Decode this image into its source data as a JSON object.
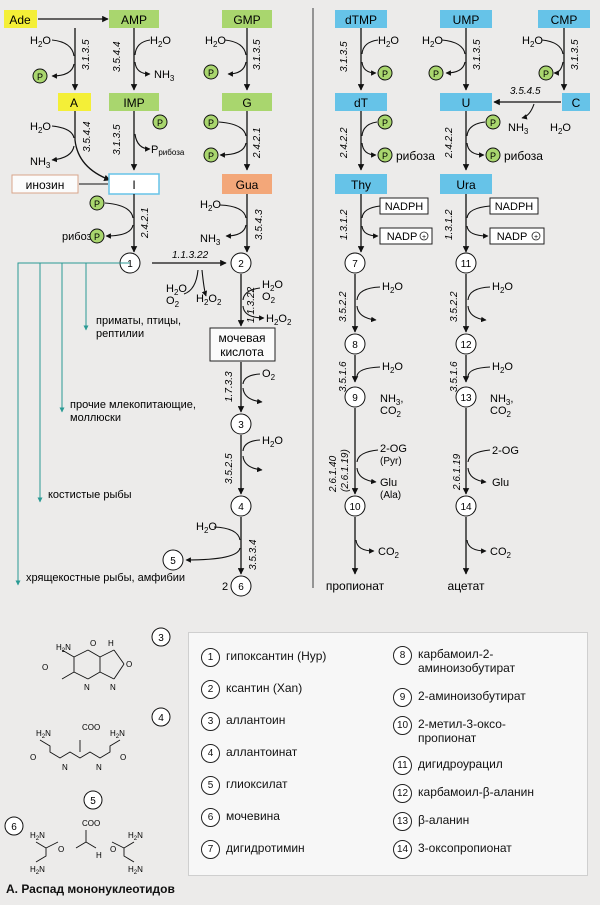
{
  "colors": {
    "green": "#a9d66e",
    "yellow": "#f4ef37",
    "blue": "#66c3e8",
    "orange": "#f3a779",
    "teal": "#47a9a6",
    "panel": "#ecebea"
  },
  "diagram": {
    "boxes": {
      "ade": "Ade",
      "amp": "AMP",
      "gmp": "GMP",
      "a": "A",
      "imp": "IMP",
      "g": "G",
      "i": "I",
      "gua": "Gua",
      "inosine": "инозин",
      "uric": "мочевая\nкислота",
      "dtmp": "dTMP",
      "ump": "UMP",
      "cmp": "CMP",
      "dt": "dT",
      "u": "U",
      "c": "C",
      "thy": "Thy",
      "ura": "Ura",
      "nadph": "NADPH",
      "nadp": "NADP"
    },
    "enzymes": {
      "e1": "3.1.3.5",
      "e2": "3.5.4.4",
      "e3": "3.1.3.5",
      "e4": "3.5.4.4",
      "e5": "3.1.3.5",
      "e6": "2.4.2.1",
      "e7": "2.4.2.1",
      "e8": "3.5.4.3",
      "e9": "1.1.3.22",
      "e10": "1.1.3.22",
      "e11": "1.7.3.3",
      "e12": "3.5.2.5",
      "e13": "3.5.3.4",
      "e14": "3.1.3.5",
      "e15": "2.4.2.2",
      "e16": "1.3.1.2",
      "e17": "3.5.2.2",
      "e18": "3.5.1.6",
      "e19": "2.6.1.40",
      "e20": "(2.6.1.19)",
      "e21": "3.1.3.5",
      "e22": "3.5.4.5",
      "e23": "2.4.2.2",
      "e24": "1.3.1.2",
      "e25": "3.5.2.2",
      "e26": "3.5.1.6",
      "e27": "2.6.1.19"
    },
    "species": {
      "s1": "приматы, птицы,",
      "s1b": "рептилии",
      "s2": "прочие млекопитающие,",
      "s2b": "моллюски",
      "s3": "костистые рыбы",
      "s4": "хрящекостные рыбы, амфибии"
    },
    "products": {
      "propionate": "пропионат",
      "acetate": "ацетат"
    }
  },
  "legend": [
    {
      "num": "1",
      "label": "гипоксантин  (Hyp)"
    },
    {
      "num": "2",
      "label": "ксантин (Xan)"
    },
    {
      "num": "3",
      "label": "аллантоин"
    },
    {
      "num": "4",
      "label": "аллантоинат"
    },
    {
      "num": "5",
      "label": "глиоксилат"
    },
    {
      "num": "6",
      "label": "мочевина"
    },
    {
      "num": "7",
      "label": "дигидротимин"
    },
    {
      "num": "8",
      "label": "карбамоил-2-\nаминоизобутират"
    },
    {
      "num": "9",
      "label": "2-аминоизобутират"
    },
    {
      "num": "10",
      "label": "2-метил-3-оксо-\nпропионат"
    },
    {
      "num": "11",
      "label": "дигидроурацил"
    },
    {
      "num": "12",
      "label": "карбамоил-β-аланин"
    },
    {
      "num": "13",
      "label": "β-аланин"
    },
    {
      "num": "14",
      "label": "3-оксопропионат"
    }
  ],
  "caption": "А. Распад мононуклеотидов"
}
